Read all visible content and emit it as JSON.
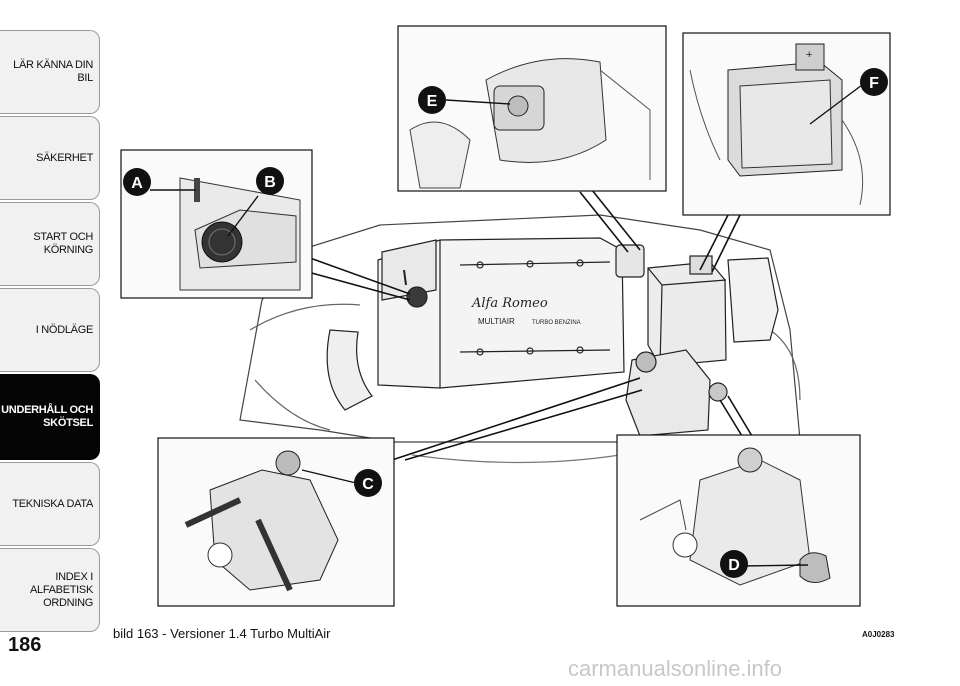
{
  "side_tabs": [
    {
      "label": "LÄR KÄNNA DIN BIL",
      "active": false
    },
    {
      "label": "SÄKERHET",
      "active": false
    },
    {
      "label": "START OCH\nKÖRNING",
      "active": false
    },
    {
      "label": "I NÖDLÄGE",
      "active": false
    },
    {
      "label": "UNDERHÅLL OCH\nSKÖTSEL",
      "active": true
    },
    {
      "label": "TEKNISKA DATA",
      "active": false
    },
    {
      "label": "INDEX I ALFABETISK\nORDNING",
      "active": false
    }
  ],
  "page_number": "186",
  "figure": {
    "caption": "bild 163 - Versioner 1.4 Turbo MultiAir",
    "code": "A0J0283",
    "callouts": [
      "A",
      "B",
      "C",
      "D",
      "E",
      "F"
    ],
    "engine_cover_text": {
      "brand": "Alfa Romeo",
      "engine": "MULTIAIR",
      "fuel": "TURBO BENZINA"
    }
  },
  "watermark": "carmanualsonline.info"
}
